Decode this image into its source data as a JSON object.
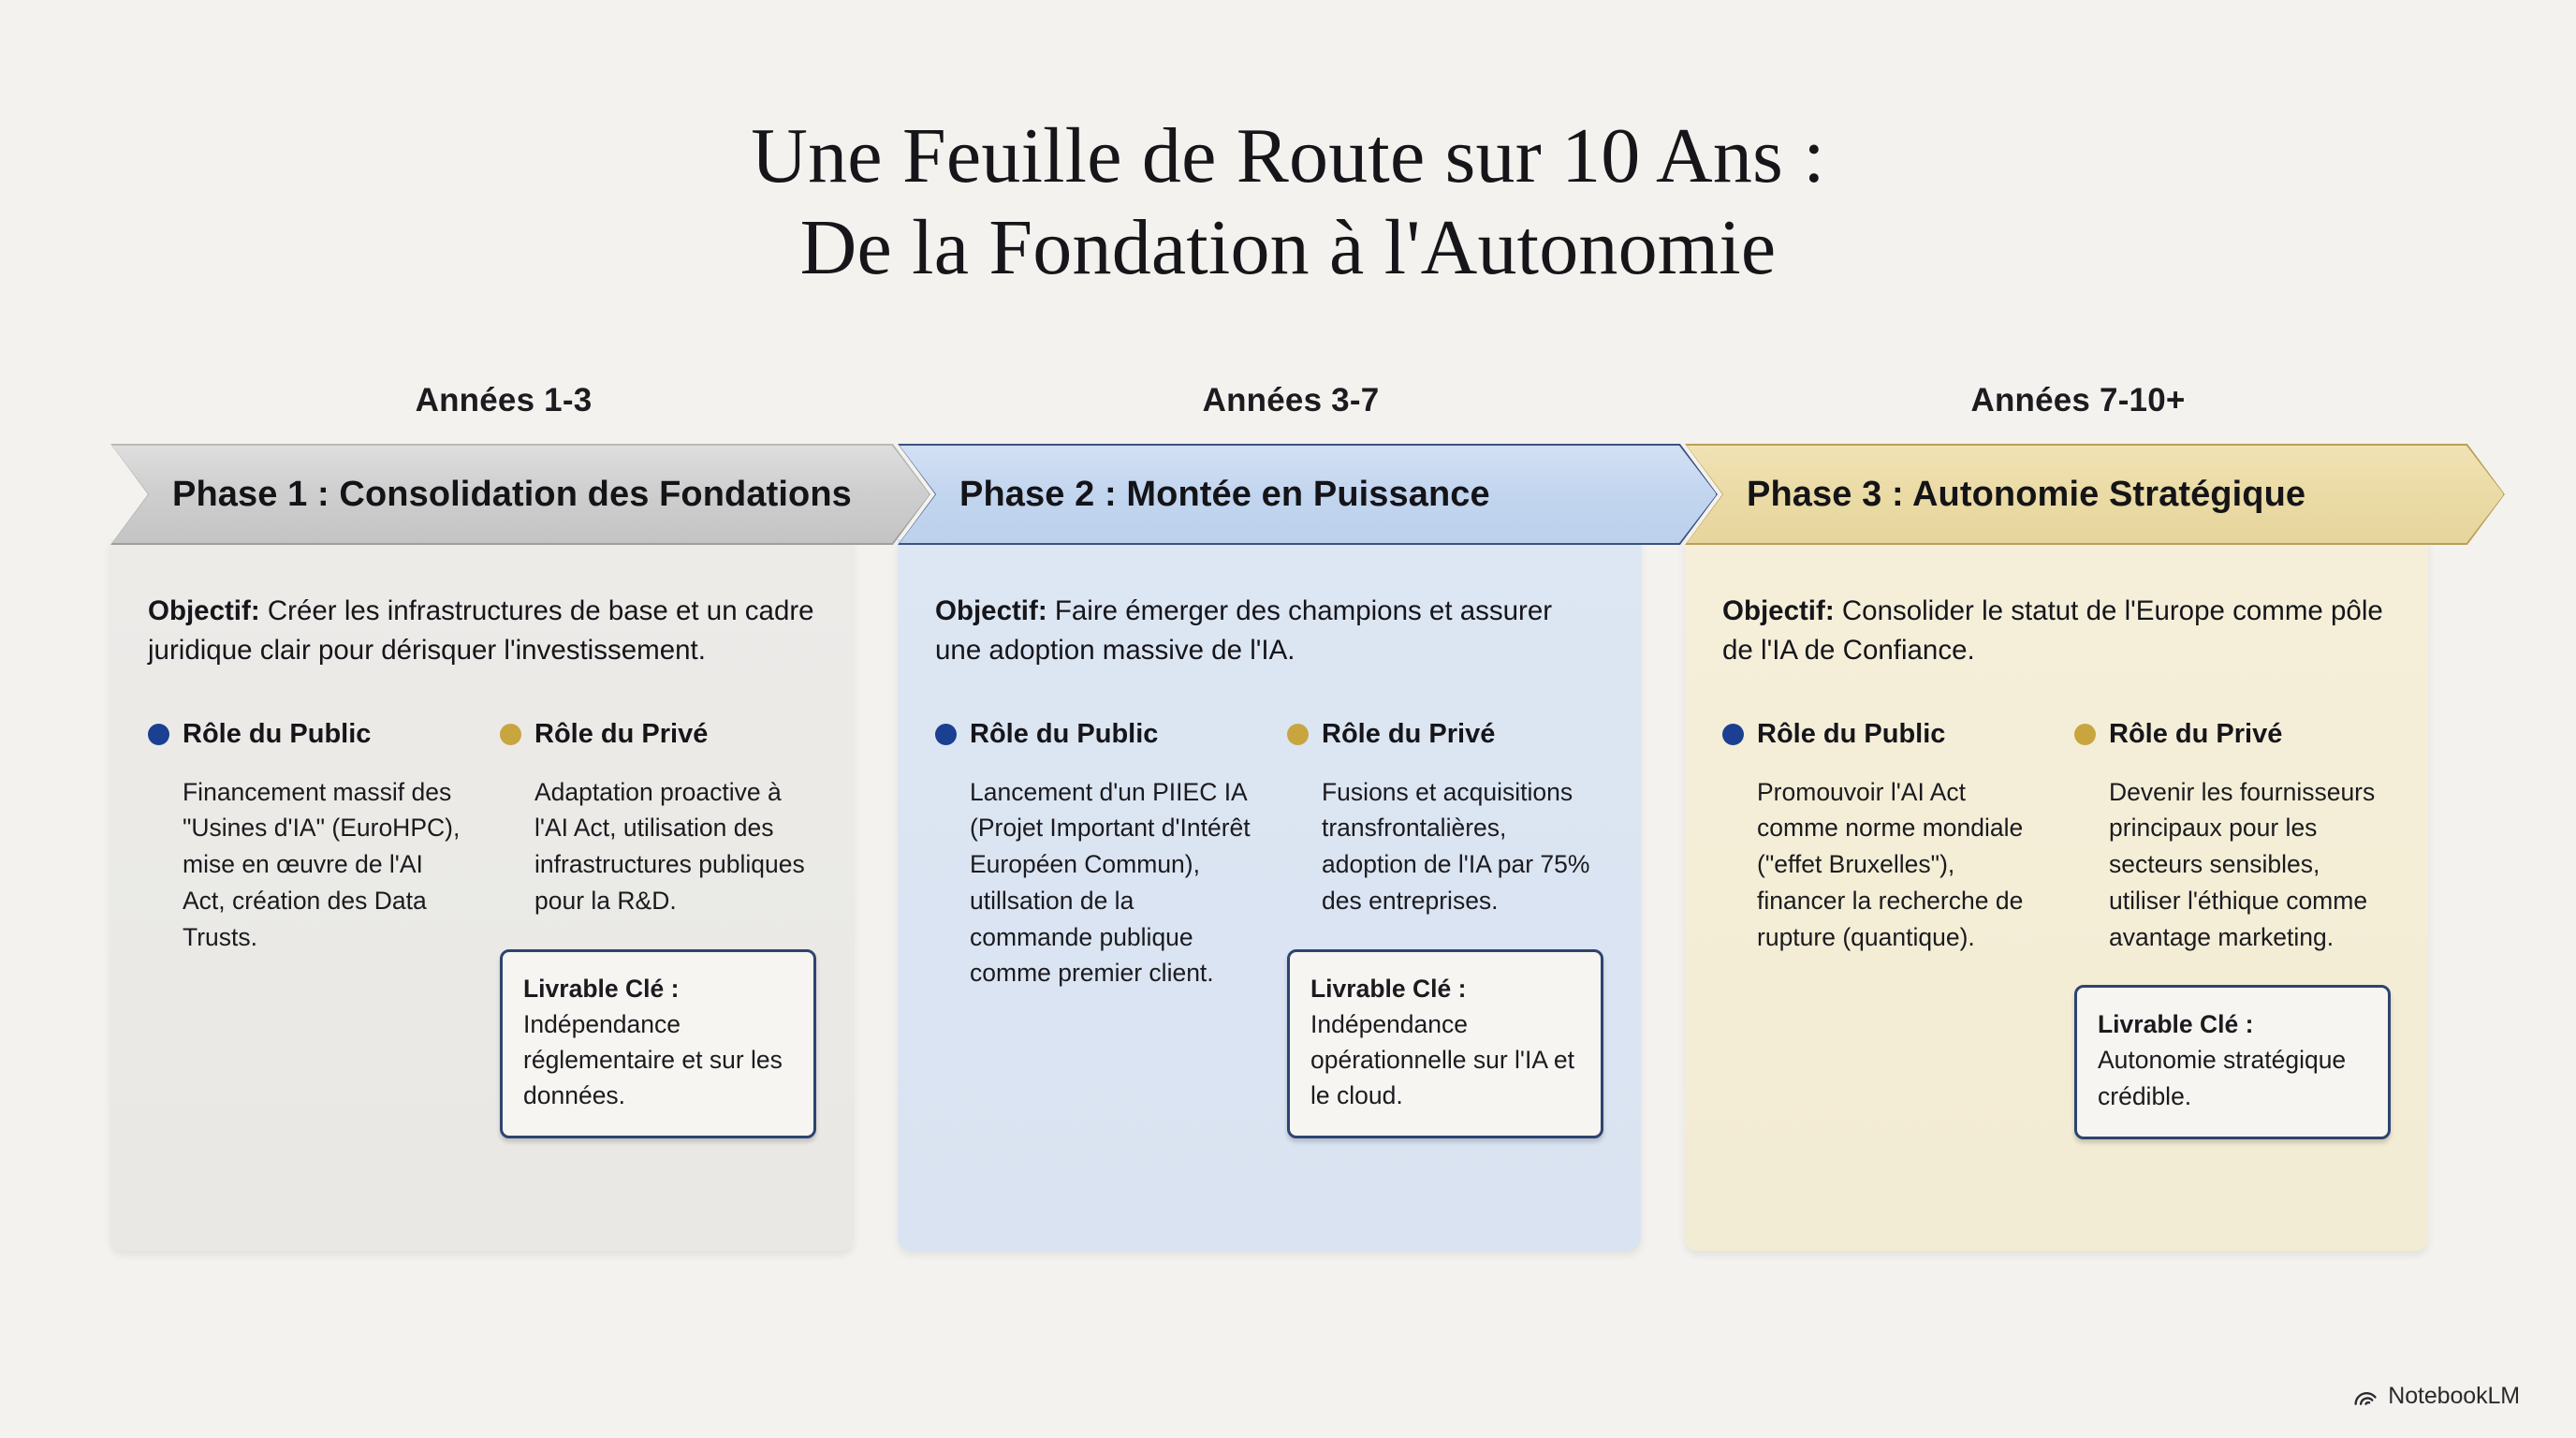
{
  "title": {
    "line1": "Une Feuille de Route sur 10 Ans :",
    "line2": "De la Fondation à l'Autonomie"
  },
  "colors": {
    "background": "#f4f2ee",
    "public_dot": "#1b3f91",
    "private_dot": "#c9a53f",
    "phase1_banner": "#cfcfcf",
    "phase2_banner": "#c2d5ef",
    "phase3_banner": "#eadaa4",
    "livrable_border": "#2d4470"
  },
  "labels": {
    "objectif_prefix": "Objectif:",
    "role_public": "Rôle du Public",
    "role_private": "Rôle du Privé",
    "livrable_prefix": "Livrable Clé :"
  },
  "phases": [
    {
      "years": "Années 1-3",
      "banner": "Phase 1 : Consolidation des Fondations",
      "objective": "Créer les infrastructures de base et un cadre juridique clair pour dérisquer l'investissement.",
      "public": {
        "title": "Rôle du Public",
        "text": "Financement massif des \"Usines d'IA\" (EuroHPC), mise en œuvre de l'AI Act, création des Data Trusts."
      },
      "private": {
        "title": "Rôle du Privé",
        "text": "Adaptation proactive à l'AI Act, utilisation des infrastructures publiques pour la R&D."
      },
      "livrable": {
        "label": "Livrable Clé :",
        "text": "Indépendance réglementaire et sur les données."
      }
    },
    {
      "years": "Années 3-7",
      "banner": "Phase 2 : Montée en Puissance",
      "objective": "Faire émerger des champions et assurer une adoption massive de l'IA.",
      "public": {
        "title": "Rôle du Public",
        "text": "Lancement d'un PIIEC IA (Projet Important d'Intérêt Européen Commun), utillsation de la commande publique comme premier client."
      },
      "private": {
        "title": "Rôle du Privé",
        "text": "Fusions et acquisitions transfrontalières, adoption de l'IA par 75% des entreprises."
      },
      "livrable": {
        "label": "Livrable Clé :",
        "text": "Indépendance opérationnelle sur l'IA et le cloud."
      }
    },
    {
      "years": "Années 7-10+",
      "banner": "Phase 3 : Autonomie Stratégique",
      "objective": "Consolider le statut de l'Europe comme pôle de l'IA de Confiance.",
      "public": {
        "title": "Rôle du Public",
        "text": "Promouvoir l'AI Act comme norme mondiale (\"effet Bruxelles\"), financer la recherche de rupture (quantique)."
      },
      "private": {
        "title": "Rôle du Privé",
        "text": "Devenir les fournisseurs principaux pour les secteurs sensibles, utiliser l'éthique comme avantage marketing."
      },
      "livrable": {
        "label": "Livrable Clé :",
        "text": "Autonomie stratégique crédible."
      }
    }
  ],
  "footer": {
    "brand": "NotebookLM",
    "icon": "notebooklm-spiral-icon"
  }
}
